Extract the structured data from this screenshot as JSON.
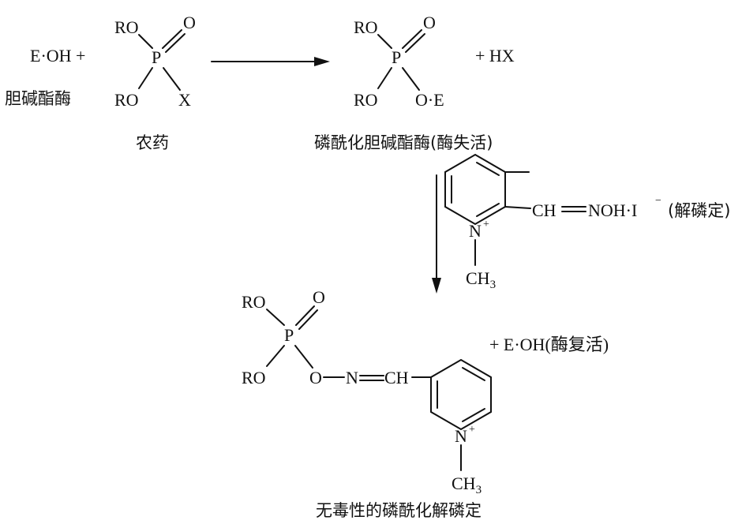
{
  "reaction1": {
    "reactant_enzyme_formula": "E·OH +",
    "reactant_enzyme_name": "胆碱酯酶",
    "pesticide": {
      "ro_top": "RO",
      "o_top": "O",
      "p": "P",
      "ro_bottom": "RO",
      "x": "X",
      "name": "农药"
    },
    "product": {
      "ro_top": "RO",
      "o_top": "O",
      "p": "P",
      "ro_bottom": "RO",
      "oe": "O·E",
      "name": "磷酰化胆碱酯酶(酶失活)"
    },
    "byproduct": "+ HX"
  },
  "reagent": {
    "ch_oxime": "CH",
    "noh": "NOH·I",
    "iodide_charge": "−",
    "name": "(解磷定)",
    "n": "N",
    "n_charge": "+",
    "ch3": "CH",
    "ch3_sub": "3"
  },
  "reaction2": {
    "ro_top": "RO",
    "o_top": "O",
    "p": "P",
    "ro_bottom": "RO",
    "o_link": "O",
    "n_link": "N",
    "ch_link": "CH",
    "n": "N",
    "n_charge": "+",
    "ch3": "CH",
    "ch3_sub": "3",
    "enzyme_recovered": "+ E·OH(酶复活)",
    "product_name": "无毒性的磷酰化解磷定"
  }
}
